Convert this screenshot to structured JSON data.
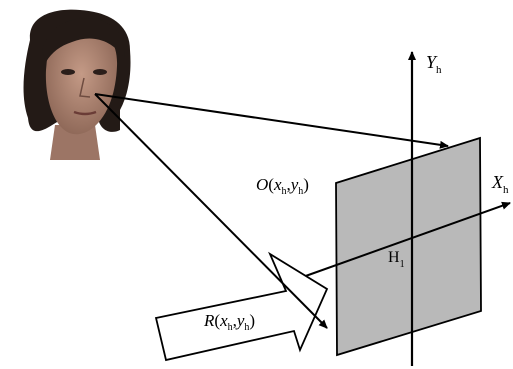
{
  "labels": {
    "axis_y": {
      "main": "Y",
      "sub": "h"
    },
    "axis_x": {
      "main": "X",
      "sub": "h"
    },
    "origin": {
      "main": "H",
      "sub": "1"
    },
    "point_o": {
      "name": "O",
      "open": "(",
      "x": "x",
      "x_sub": "h",
      "comma": ",",
      "y": "y",
      "y_sub": "h",
      "close": ")"
    },
    "point_r": {
      "name": "R",
      "open": "(",
      "x": "x",
      "x_sub": "h",
      "comma": ",",
      "y": "y",
      "y_sub": "h",
      "close": ")"
    }
  },
  "colors": {
    "plane_fill": "#b9b9b9",
    "line": "#000000",
    "skin": "#b08672",
    "hair": "#231a16"
  },
  "icons": {
    "face": "face-photo-icon",
    "big_arrow": "block-arrow-icon"
  }
}
